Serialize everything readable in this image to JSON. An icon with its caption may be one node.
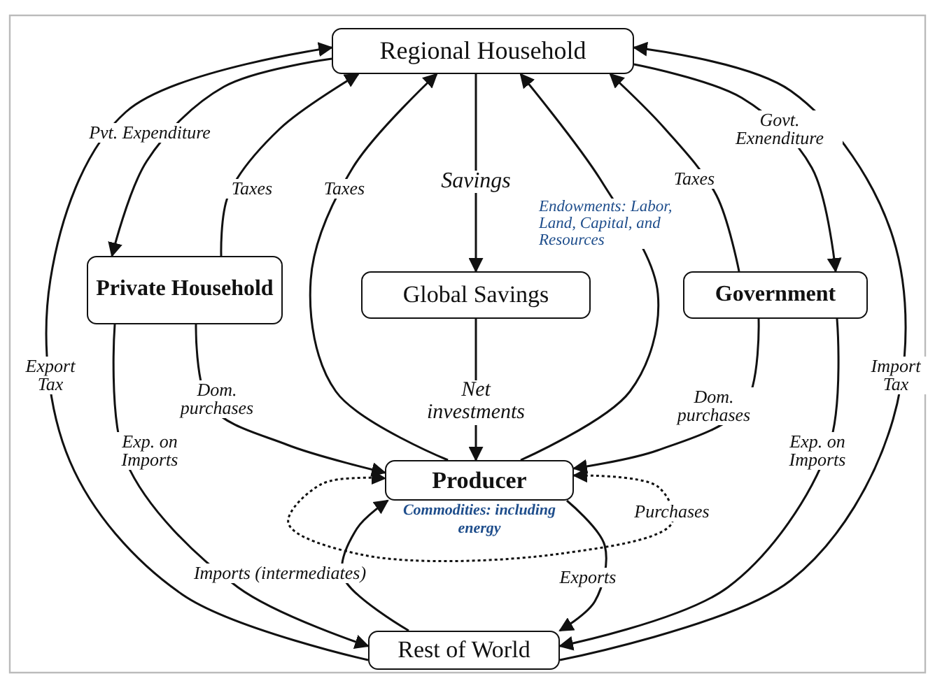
{
  "diagram": {
    "nodes": [
      {
        "text": [
          "Regional Household"
        ]
      },
      {
        "text": [
          "Private Household"
        ]
      },
      {
        "text": [
          "Global Savings"
        ]
      },
      {
        "text": [
          "Government"
        ]
      },
      {
        "text": [
          "Producer"
        ],
        "beside": [
          "Commodities: including energy"
        ]
      },
      {
        "text": [
          "Rest of World"
        ]
      }
    ],
    "edges": [
      {
        "from": 0,
        "to": 1,
        "arrow": "to",
        "label": "Pvt. Expenditure"
      },
      {
        "from": 1,
        "to": 0,
        "arrow": "to",
        "label": "Taxes"
      },
      {
        "from": 4,
        "to": 0,
        "arrow": "to",
        "label": "Taxes"
      },
      {
        "from": 0,
        "to": 2,
        "arrow": "to",
        "label": "Savings"
      },
      {
        "from": 4,
        "to": 0,
        "arrow": "to",
        "label": "Endowments: Labor, Land, Capital, and Resources"
      },
      {
        "from": 3,
        "to": 0,
        "arrow": "to",
        "label": "Taxes"
      },
      {
        "from": 0,
        "to": 3,
        "arrow": "to",
        "label": "Govt. Exnenditure"
      },
      {
        "from": 5,
        "to": 0,
        "arrow": "to",
        "label": "Export Tax"
      },
      {
        "from": 5,
        "to": 0,
        "arrow": "to",
        "label": "Import Tax"
      },
      {
        "from": 1,
        "to": 4,
        "arrow": "to",
        "label": "Dom. purchases"
      },
      {
        "from": 1,
        "to": 5,
        "arrow": "to",
        "label": "Exp. on Imports"
      },
      {
        "from": 2,
        "to": 4,
        "arrow": "to",
        "label": "Net investments"
      },
      {
        "from": 3,
        "to": 4,
        "arrow": "to",
        "label": "Dom. purchases"
      },
      {
        "from": 3,
        "to": 5,
        "arrow": "to",
        "label": "Exp. on Imports"
      },
      {
        "from": 5,
        "to": 4,
        "arrow": "to",
        "label": "Imports (intermediates)"
      },
      {
        "from": 4,
        "to": 5,
        "arrow": "to",
        "label": "Exports"
      },
      {
        "from": 4,
        "to": 4,
        "arrow": "both",
        "label": "Purchases",
        "style": "dashed"
      }
    ]
  }
}
